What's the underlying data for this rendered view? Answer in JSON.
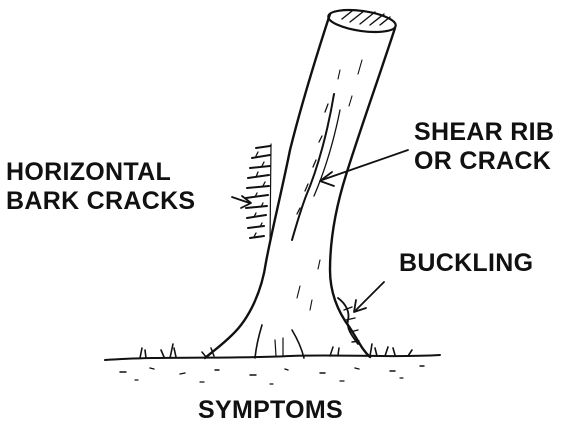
{
  "labels": {
    "horizontal_line1": "HORIZONTAL",
    "horizontal_line2": "BARK CRACKS",
    "shear_line1": "SHEAR RIB",
    "shear_line2": "OR CRACK",
    "buckling": "BUCKLING"
  },
  "title": "SYMPTOMS",
  "colors": {
    "ink": "#111111",
    "background": "#ffffff"
  },
  "icons": {
    "tree": "tree-trunk-illustration",
    "arrows": "hand-drawn-arrow"
  }
}
